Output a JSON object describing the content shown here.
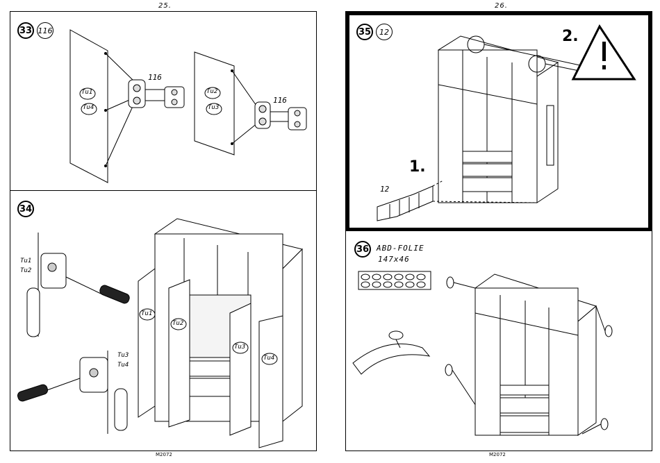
{
  "left_page": {
    "page_number": "25.",
    "doc_id": "M2072",
    "step33": {
      "number": "33",
      "qty": "116",
      "hinge_label_1": "116",
      "hinge_label_2": "116",
      "door_labels_a": [
        "Tu1",
        "Tu4"
      ],
      "door_labels_b": [
        "Tu2",
        "Tu3"
      ]
    },
    "step34": {
      "number": "34",
      "hinge_top_labels": [
        "Tu1",
        "Tu2"
      ],
      "hinge_bottom_labels": [
        "Tu3",
        "Tu4"
      ],
      "door_labels": [
        "Tu1",
        "Tu2",
        "Tu3",
        "Tu4"
      ]
    }
  },
  "right_page": {
    "page_number": "26.",
    "doc_id": "M2072",
    "step35": {
      "number": "35",
      "qty": "12",
      "marker_1": "1.",
      "marker_2": "2.",
      "part_qty": "12"
    },
    "step36": {
      "number": "36",
      "foil_label": "ABD-FOLIE",
      "foil_size": "147x46"
    }
  }
}
